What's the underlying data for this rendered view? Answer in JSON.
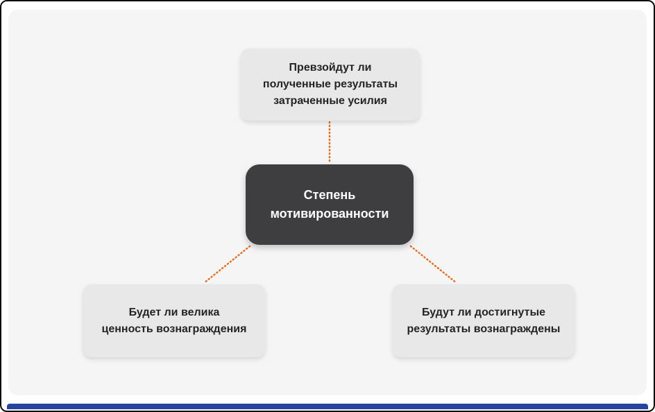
{
  "nodes": {
    "center": {
      "lines": [
        "Степень",
        "мотивированности"
      ]
    },
    "top": {
      "lines": [
        "Превзойдут ли",
        "полученные результаты",
        "затраченные усилия"
      ]
    },
    "bottom_left": {
      "lines": [
        "Будет ли велика",
        "ценность вознаграждения"
      ]
    },
    "bottom_right": {
      "lines": [
        "Будут ли достигнутые",
        "результаты вознаграждены"
      ]
    }
  },
  "colors": {
    "center_node_bg": "#3e3e40",
    "center_node_text": "#ffffff",
    "light_node_bg": "#e8e8e9",
    "light_node_text": "#242424",
    "connector": "#e0742c",
    "canvas_bg": "#f5f5f6",
    "frame_border": "#0c0c0c",
    "bottom_bar": "#2444a0"
  }
}
